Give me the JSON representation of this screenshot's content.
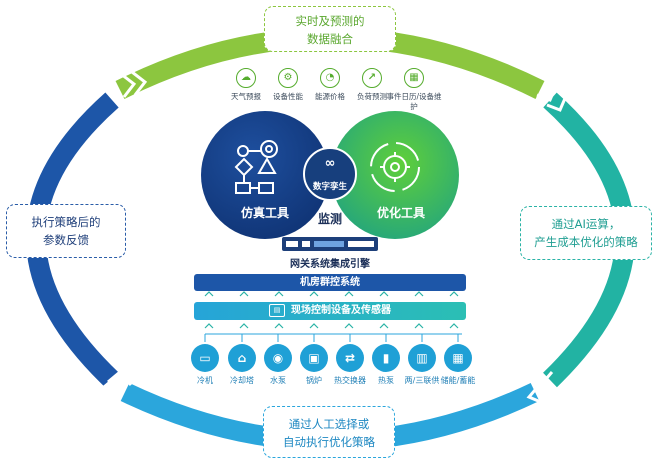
{
  "cycle": {
    "top": [
      "实时及预测的",
      "数据融合"
    ],
    "right": [
      "通过AI运算，",
      "产生成本优化的策略"
    ],
    "bottom": [
      "通过人工选择或",
      "自动执行优化策略"
    ],
    "left": [
      "执行策略后的",
      "参数反馈"
    ]
  },
  "data_sources": [
    {
      "icon": "cloud-sun-icon",
      "label": "天气预报"
    },
    {
      "icon": "gear-icon",
      "label": "设备性能"
    },
    {
      "icon": "gauge-icon",
      "label": "能源价格"
    },
    {
      "icon": "trend-icon",
      "label": "负荷预测"
    },
    {
      "icon": "calendar-icon",
      "label": "事件日历/设备维护"
    }
  ],
  "circles": {
    "simulation": "仿真工具",
    "optimization": "优化工具",
    "digital_twin": "数字孪生",
    "monitoring": "监测"
  },
  "gateway": "网关系统集成引擎",
  "room_control": "机房群控系统",
  "field_devices": "现场控制设备及传感器",
  "devices": [
    {
      "icon": "chiller-icon",
      "label": "冷机"
    },
    {
      "icon": "cooling-tower-icon",
      "label": "冷却塔"
    },
    {
      "icon": "pump-icon",
      "label": "水泵"
    },
    {
      "icon": "boiler-icon",
      "label": "锅炉"
    },
    {
      "icon": "heat-exchanger-icon",
      "label": "热交换器"
    },
    {
      "icon": "heat-pump-icon",
      "label": "热泵"
    },
    {
      "icon": "two-three-supply-icon",
      "label": "两/三联供"
    },
    {
      "icon": "storage-icon",
      "label": "储能/蓄能"
    }
  ],
  "colors": {
    "green": "#8cc63f",
    "teal": "#2bb3a6",
    "blue_light": "#2ba6dc",
    "navy": "#1d56a8"
  }
}
